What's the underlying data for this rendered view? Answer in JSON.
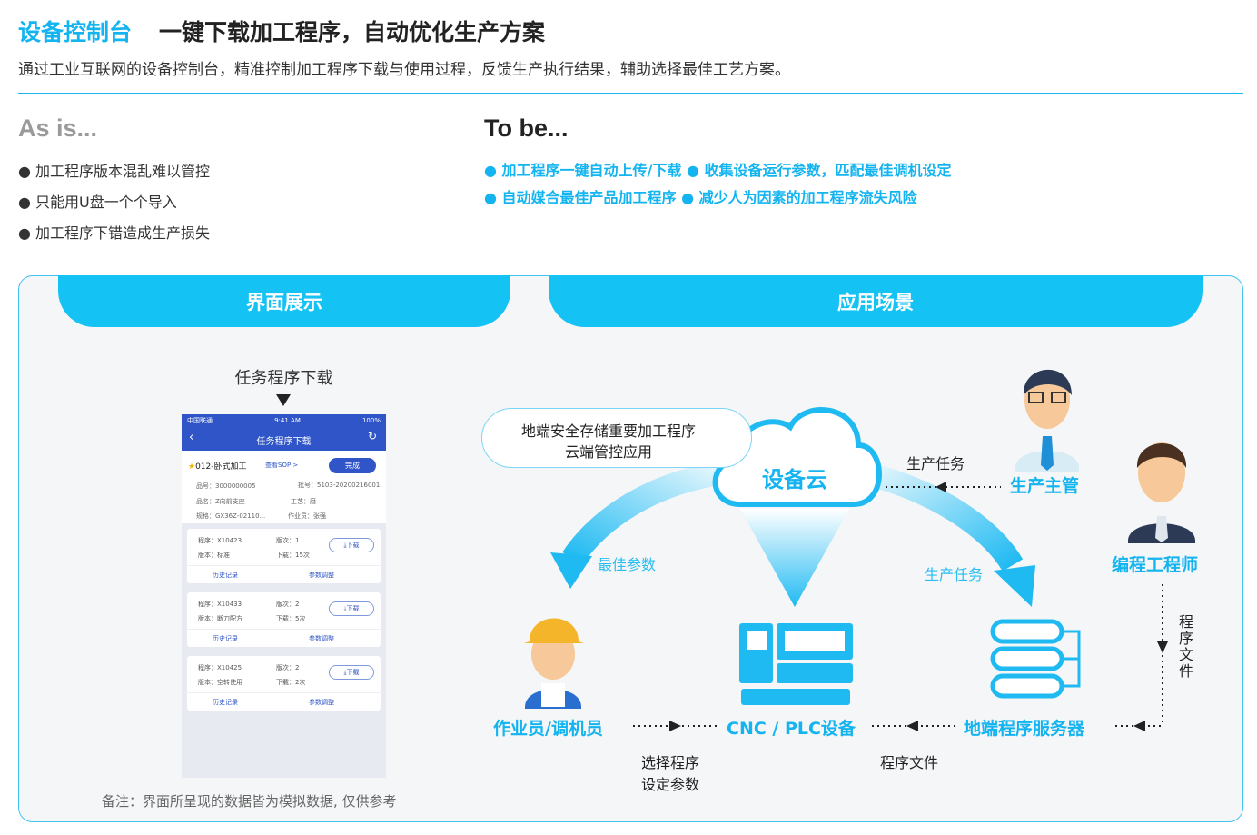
{
  "header": {
    "title_accent": "设备控制台",
    "title_main": "一键下载加工程序，自动优化生产方案",
    "subtitle": "通过工业互联网的设备控制台，精准控制加工程序下载与使用过程，反馈生产执行结果，辅助选择最佳工艺方案。"
  },
  "as_is": {
    "title": "As is...",
    "items": [
      "● 加工程序版本混乱难以管控",
      "● 只能用U盘一个个导入",
      "● 加工程序下错造成生产损失"
    ]
  },
  "to_be": {
    "title": "To be...",
    "items": [
      "● 加工程序一键自动上传/下载 ● 收集设备运行参数，匹配最佳调机设定",
      "● 自动媒合最佳产品加工程序 ● 减少人为因素的加工程序流失风险"
    ]
  },
  "tabs": {
    "left": "界面展示",
    "right": "应用场景"
  },
  "phone": {
    "caption": "任务程序下载",
    "status_carrier": "中国联通",
    "status_time": "9:41 AM",
    "status_battery": "100%",
    "nav_title": "任务程序下载",
    "task": {
      "name": "012-卧式加工",
      "sop_link": "查看SOP >",
      "done_button": "完成",
      "part_no": "品号：3000000005",
      "batch_no": "批号：5103-20200216001",
      "part_name": "品名：Z向前支座",
      "process": "工艺：",
      "process_value": "磨",
      "spec": "规格：GX36Z-02110...",
      "operator": "作业员：张强"
    },
    "programs": [
      {
        "program": "程序：X10423",
        "version_no": "版次：1",
        "version": "版本：标准",
        "downloads": "下载：15次",
        "download_button": "下载",
        "history": "历史记录",
        "params": "参数调整"
      },
      {
        "program": "程序：X10433",
        "version_no": "版次：2",
        "version": "版本：断刀配方",
        "downloads": "下载：5次",
        "download_button": "下载",
        "history": "历史记录",
        "params": "参数调整"
      },
      {
        "program": "程序：X10425",
        "version_no": "版次：2",
        "version": "版本：空转使用",
        "downloads": "下载：2次",
        "download_button": "下载",
        "history": "历史记录",
        "params": "参数调整"
      }
    ]
  },
  "note": "备注：界面所呈现的数据皆为模拟数据, 仅供参考",
  "scene": {
    "bubble_line1": "地端安全存储重要加工程序",
    "bubble_line2": "云端管控应用",
    "cloud": "设备云",
    "production_manager": "生产主管",
    "programming_engineer": "编程工程师",
    "operator": "作业员/调机员",
    "cnc_plc": "CNC / PLC设备",
    "local_server": "地端程序服务器",
    "task_label_top": "生产任务",
    "task_label_arrow": "生产任务",
    "best_params": "最佳参数",
    "select_program_1": "选择程序",
    "select_program_2": "设定参数",
    "program_file": "程序文件",
    "program_file_vertical": "程序文件"
  },
  "colors": {
    "accent": "#14b4f0",
    "tab": "#14c2f4",
    "phone_blue": "#2f55c8"
  }
}
